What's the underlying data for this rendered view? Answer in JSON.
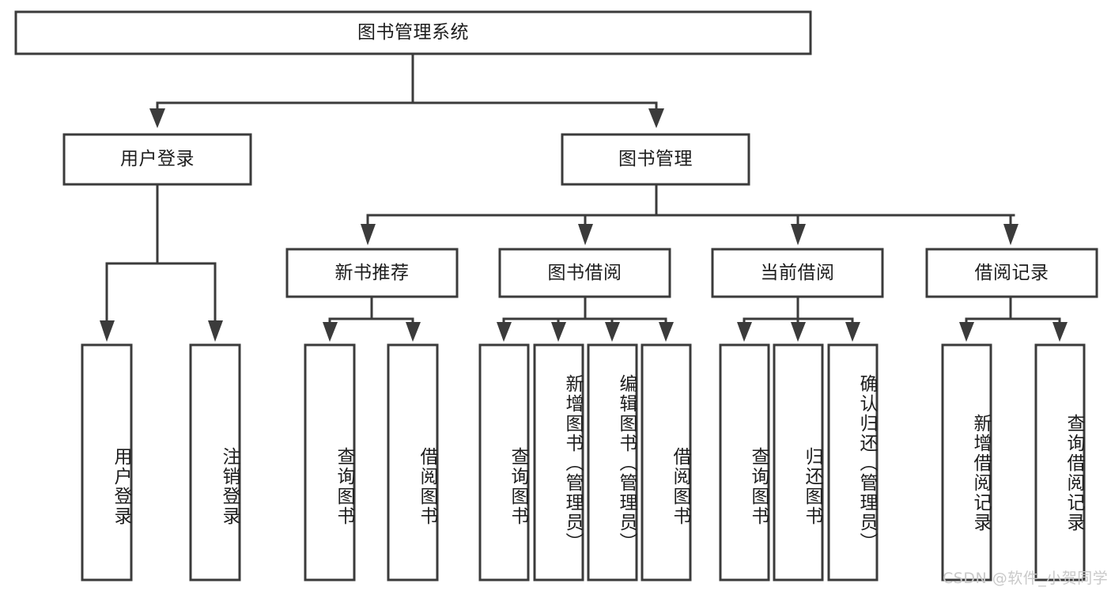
{
  "diagram": {
    "type": "tree-hierarchy-chart",
    "title": "图书管理系统",
    "watermark": "CSDN @软件_小贺同学",
    "colors": {
      "stroke": "#3b3b3b",
      "fill": "#ffffff",
      "text": "#1d1d1d",
      "watermark": "#c9c9c9",
      "background": "#ffffff"
    },
    "levels": {
      "root": {
        "label": "图书管理系统"
      },
      "level2": [
        {
          "label": "用户登录"
        },
        {
          "label": "图书管理"
        }
      ],
      "level3": [
        {
          "label": "新书推荐",
          "parent": "图书管理"
        },
        {
          "label": "图书借阅",
          "parent": "图书管理"
        },
        {
          "label": "当前借阅",
          "parent": "图书管理"
        },
        {
          "label": "借阅记录",
          "parent": "图书管理"
        }
      ],
      "leaves": [
        {
          "label": "用户登录",
          "parent": "用户登录"
        },
        {
          "label": "注销登录",
          "parent": "用户登录"
        },
        {
          "label": "查询图书",
          "parent": "新书推荐"
        },
        {
          "label": "借阅图书",
          "parent": "新书推荐"
        },
        {
          "label": "查询图书",
          "parent": "图书借阅"
        },
        {
          "label": "新增图书（管理员）",
          "parent": "图书借阅"
        },
        {
          "label": "编辑图书（管理员）",
          "parent": "图书借阅"
        },
        {
          "label": "借阅图书",
          "parent": "图书借阅"
        },
        {
          "label": "查询图书",
          "parent": "当前借阅"
        },
        {
          "label": "归还图书",
          "parent": "当前借阅"
        },
        {
          "label": "确认归还（管理员）",
          "parent": "当前借阅"
        },
        {
          "label": "新增借阅记录",
          "parent": "借阅记录"
        },
        {
          "label": "查询借阅记录",
          "parent": "借阅记录"
        }
      ]
    }
  }
}
